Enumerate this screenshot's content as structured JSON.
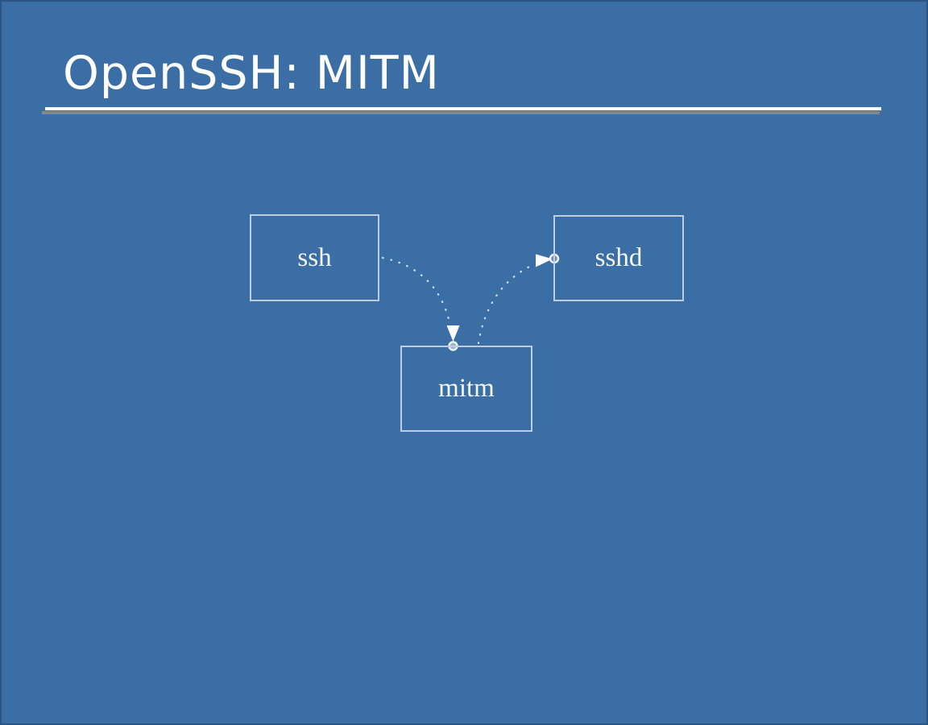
{
  "slide": {
    "title": "OpenSSH: MITM"
  },
  "diagram": {
    "nodes": [
      {
        "id": "ssh",
        "label": "ssh"
      },
      {
        "id": "sshd",
        "label": "sshd"
      },
      {
        "id": "mitm",
        "label": "mitm"
      }
    ],
    "edges": [
      {
        "from": "ssh",
        "to": "mitm",
        "style": "dotted-curve",
        "arrowhead": "down-into-mitm-top",
        "anchor": "circle-on-mitm-top-border"
      },
      {
        "from": "mitm",
        "to": "sshd",
        "style": "dotted-curve",
        "arrowhead": "right-into-sshd-left",
        "anchor": "circle-on-sshd-left-border"
      }
    ],
    "colors": {
      "background": "#3a6ea5",
      "box_border": "#bfcde0",
      "label_text": "#f4f7fb",
      "connector_dots": "#e9eff8",
      "arrowhead": "#fbfcfe",
      "underline": "#ffffff",
      "underline_shadow": "#85888b"
    }
  }
}
